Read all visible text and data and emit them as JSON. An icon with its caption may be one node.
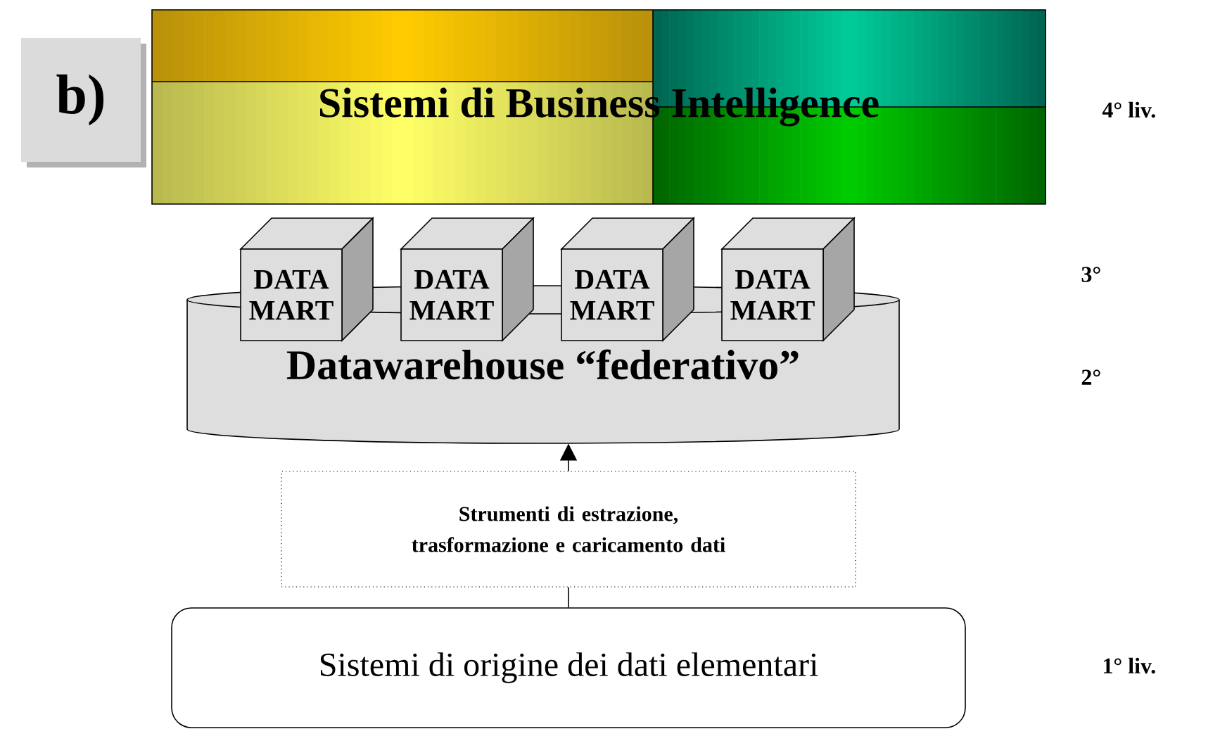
{
  "diagram": {
    "nodes": [
      {
        "text": [
          "b)"
        ]
      },
      {
        "text": [
          "Sistemi di Business Intelligence"
        ]
      },
      {
        "text": [
          "Datawarehouse “federativo”"
        ]
      },
      {
        "text": [
          "DATA MART"
        ]
      },
      {
        "text": [
          "DATA MART"
        ]
      },
      {
        "text": [
          "DATA MART"
        ]
      },
      {
        "text": [
          "DATA MART"
        ]
      },
      {
        "text": [
          "Strumenti di estrazione, trasformazione e caricamento dati"
        ]
      },
      {
        "text": [
          "Sistemi di origine dei dati elementari"
        ]
      }
    ],
    "edges": [
      {
        "from": 8,
        "to": 7,
        "arrow": "none"
      },
      {
        "from": 7,
        "to": 2,
        "arrow": "to"
      }
    ],
    "labels": [
      "4° liv.",
      "3°",
      "2°",
      "1° liv."
    ]
  }
}
